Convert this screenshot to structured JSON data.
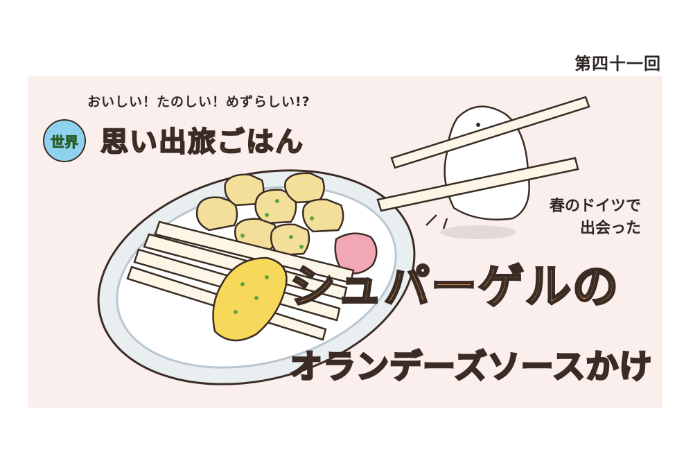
{
  "header": {
    "episode": "第四十一回"
  },
  "banner": {
    "tagline": "おいしい！たのしい！めずらしい!?",
    "globe_label": "世界",
    "series_title": "思い出旅ごはん",
    "subtitle_line1": "春のドイツで",
    "subtitle_line2": "出会った",
    "dish_line1": "シュパーゲルの",
    "dish_line2": "オランデーズソースかけ"
  },
  "colors": {
    "panel_bg": "#fbefed",
    "title_orange": "#f29a3e",
    "outline": "#3a2c24",
    "globe_blue": "#8ed2ee"
  },
  "icons": [
    "globe-icon",
    "bird-mascot-illustration",
    "plate-illustration"
  ]
}
